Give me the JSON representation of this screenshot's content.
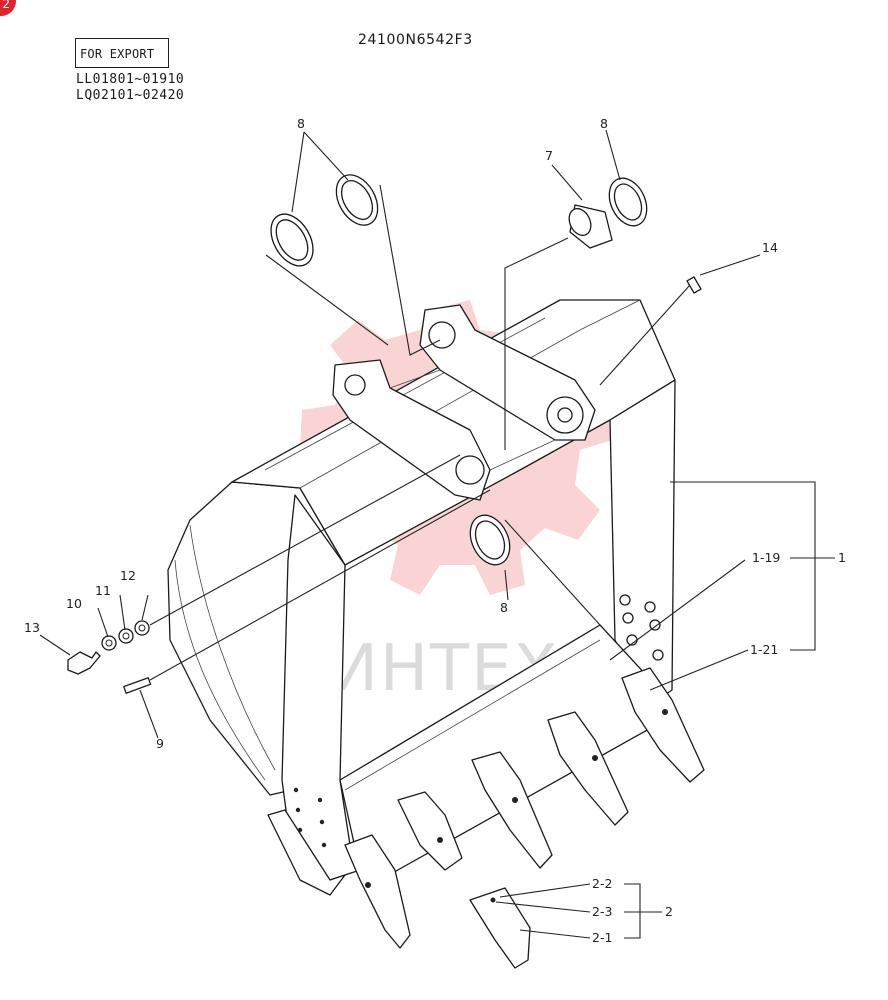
{
  "badge": "2",
  "header": {
    "export_label": "FOR EXPORT",
    "serial_1": "LL01801~01910",
    "serial_2": "LQ02101~02420",
    "part_number": "24100N6542F3"
  },
  "watermark": {
    "text": "ИНТЕХ",
    "color": "#e83a3f"
  },
  "callouts": {
    "c8a": "8",
    "c8b": "8",
    "c8c": "8",
    "c7": "7",
    "c14": "14",
    "c1_19": "1-19",
    "c1": "1",
    "c1_21": "1-21",
    "c12": "12",
    "c11": "11",
    "c10": "10",
    "c13": "13",
    "c9": "9",
    "c2_2": "2-2",
    "c2_3": "2-3",
    "c2": "2",
    "c2_1": "2-1"
  }
}
